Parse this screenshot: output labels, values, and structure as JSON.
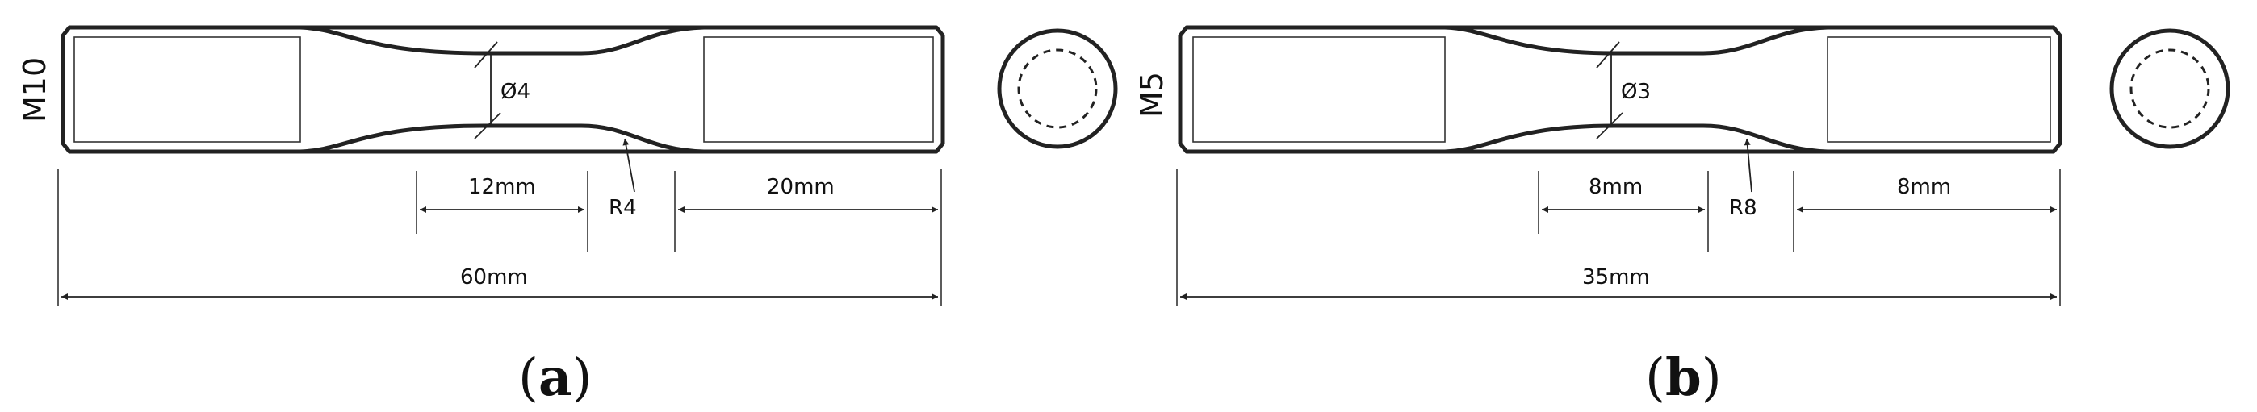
{
  "figures": [
    {
      "id": "a",
      "thread_label": "M10",
      "diameter_label": "Ø4",
      "gauge_length": "12mm",
      "radius_label": "R4",
      "grip_length": "20mm",
      "total_length": "60mm",
      "caption_open": "(",
      "caption_letter": "a",
      "caption_close": ")"
    },
    {
      "id": "b",
      "thread_label": "M5",
      "diameter_label": "Ø3",
      "gauge_length": "8mm",
      "radius_label": "R8",
      "grip_length": "8mm",
      "total_length": "35mm",
      "caption_open": "(",
      "caption_letter": "b",
      "caption_close": ")"
    }
  ],
  "colors": {
    "line": "#222222",
    "background": "#ffffff"
  }
}
